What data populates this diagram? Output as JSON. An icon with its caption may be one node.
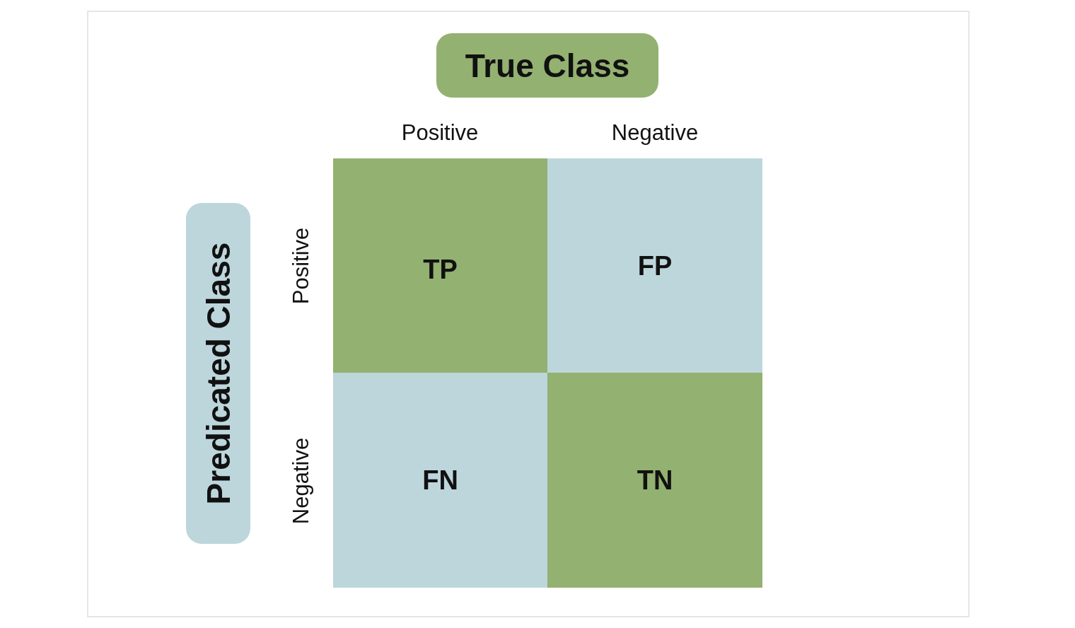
{
  "diagram": {
    "nodes": [
      {
        "text": [
          "True Class"
        ]
      },
      {
        "text": [
          "Predicated Class"
        ]
      },
      {
        "text": [
          "TP"
        ]
      },
      {
        "text": [
          "FP"
        ]
      },
      {
        "text": [
          "FN"
        ]
      },
      {
        "text": [
          "TN"
        ]
      }
    ],
    "labels": [
      "Positive",
      "Negative",
      "Positive",
      "Negative"
    ]
  }
}
